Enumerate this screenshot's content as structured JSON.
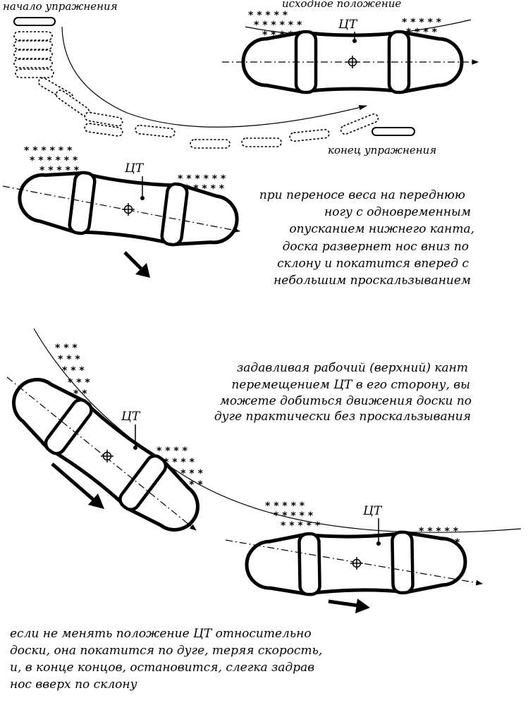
{
  "labels": {
    "start": "начало упражнения",
    "initial_position": "исходное положение",
    "end": "конец упражнения",
    "cg": "ЦТ"
  },
  "captions": {
    "weight_transfer": [
      "при переносе веса на переднюю",
      "ногу с одновременным",
      "опусканием нижнего канта,",
      "доска развернет нос вниз по",
      "склону и покатится вперед с",
      "небольшим проскальзыванием"
    ],
    "edge_pressure": [
      "задавливая рабочий (верхний) кант",
      "перемещением ЦТ в его сторону, вы",
      "можете добиться движения доски по",
      "дуге практически без проскальзывания"
    ],
    "no_change": [
      "если не менять положение ЦТ относительно",
      "доски, она покатится по дуге, теряя скорость,",
      "и, в конце концов, остановится, слегка задрав",
      "нос вверх по склону"
    ]
  },
  "icons": {
    "snow": "snow-asterisk-icon",
    "cg_marker": "center-of-gravity-icon",
    "motion": "motion-arrow-icon"
  },
  "colors": {
    "ink": "#000000",
    "paper": "#ffffff"
  }
}
